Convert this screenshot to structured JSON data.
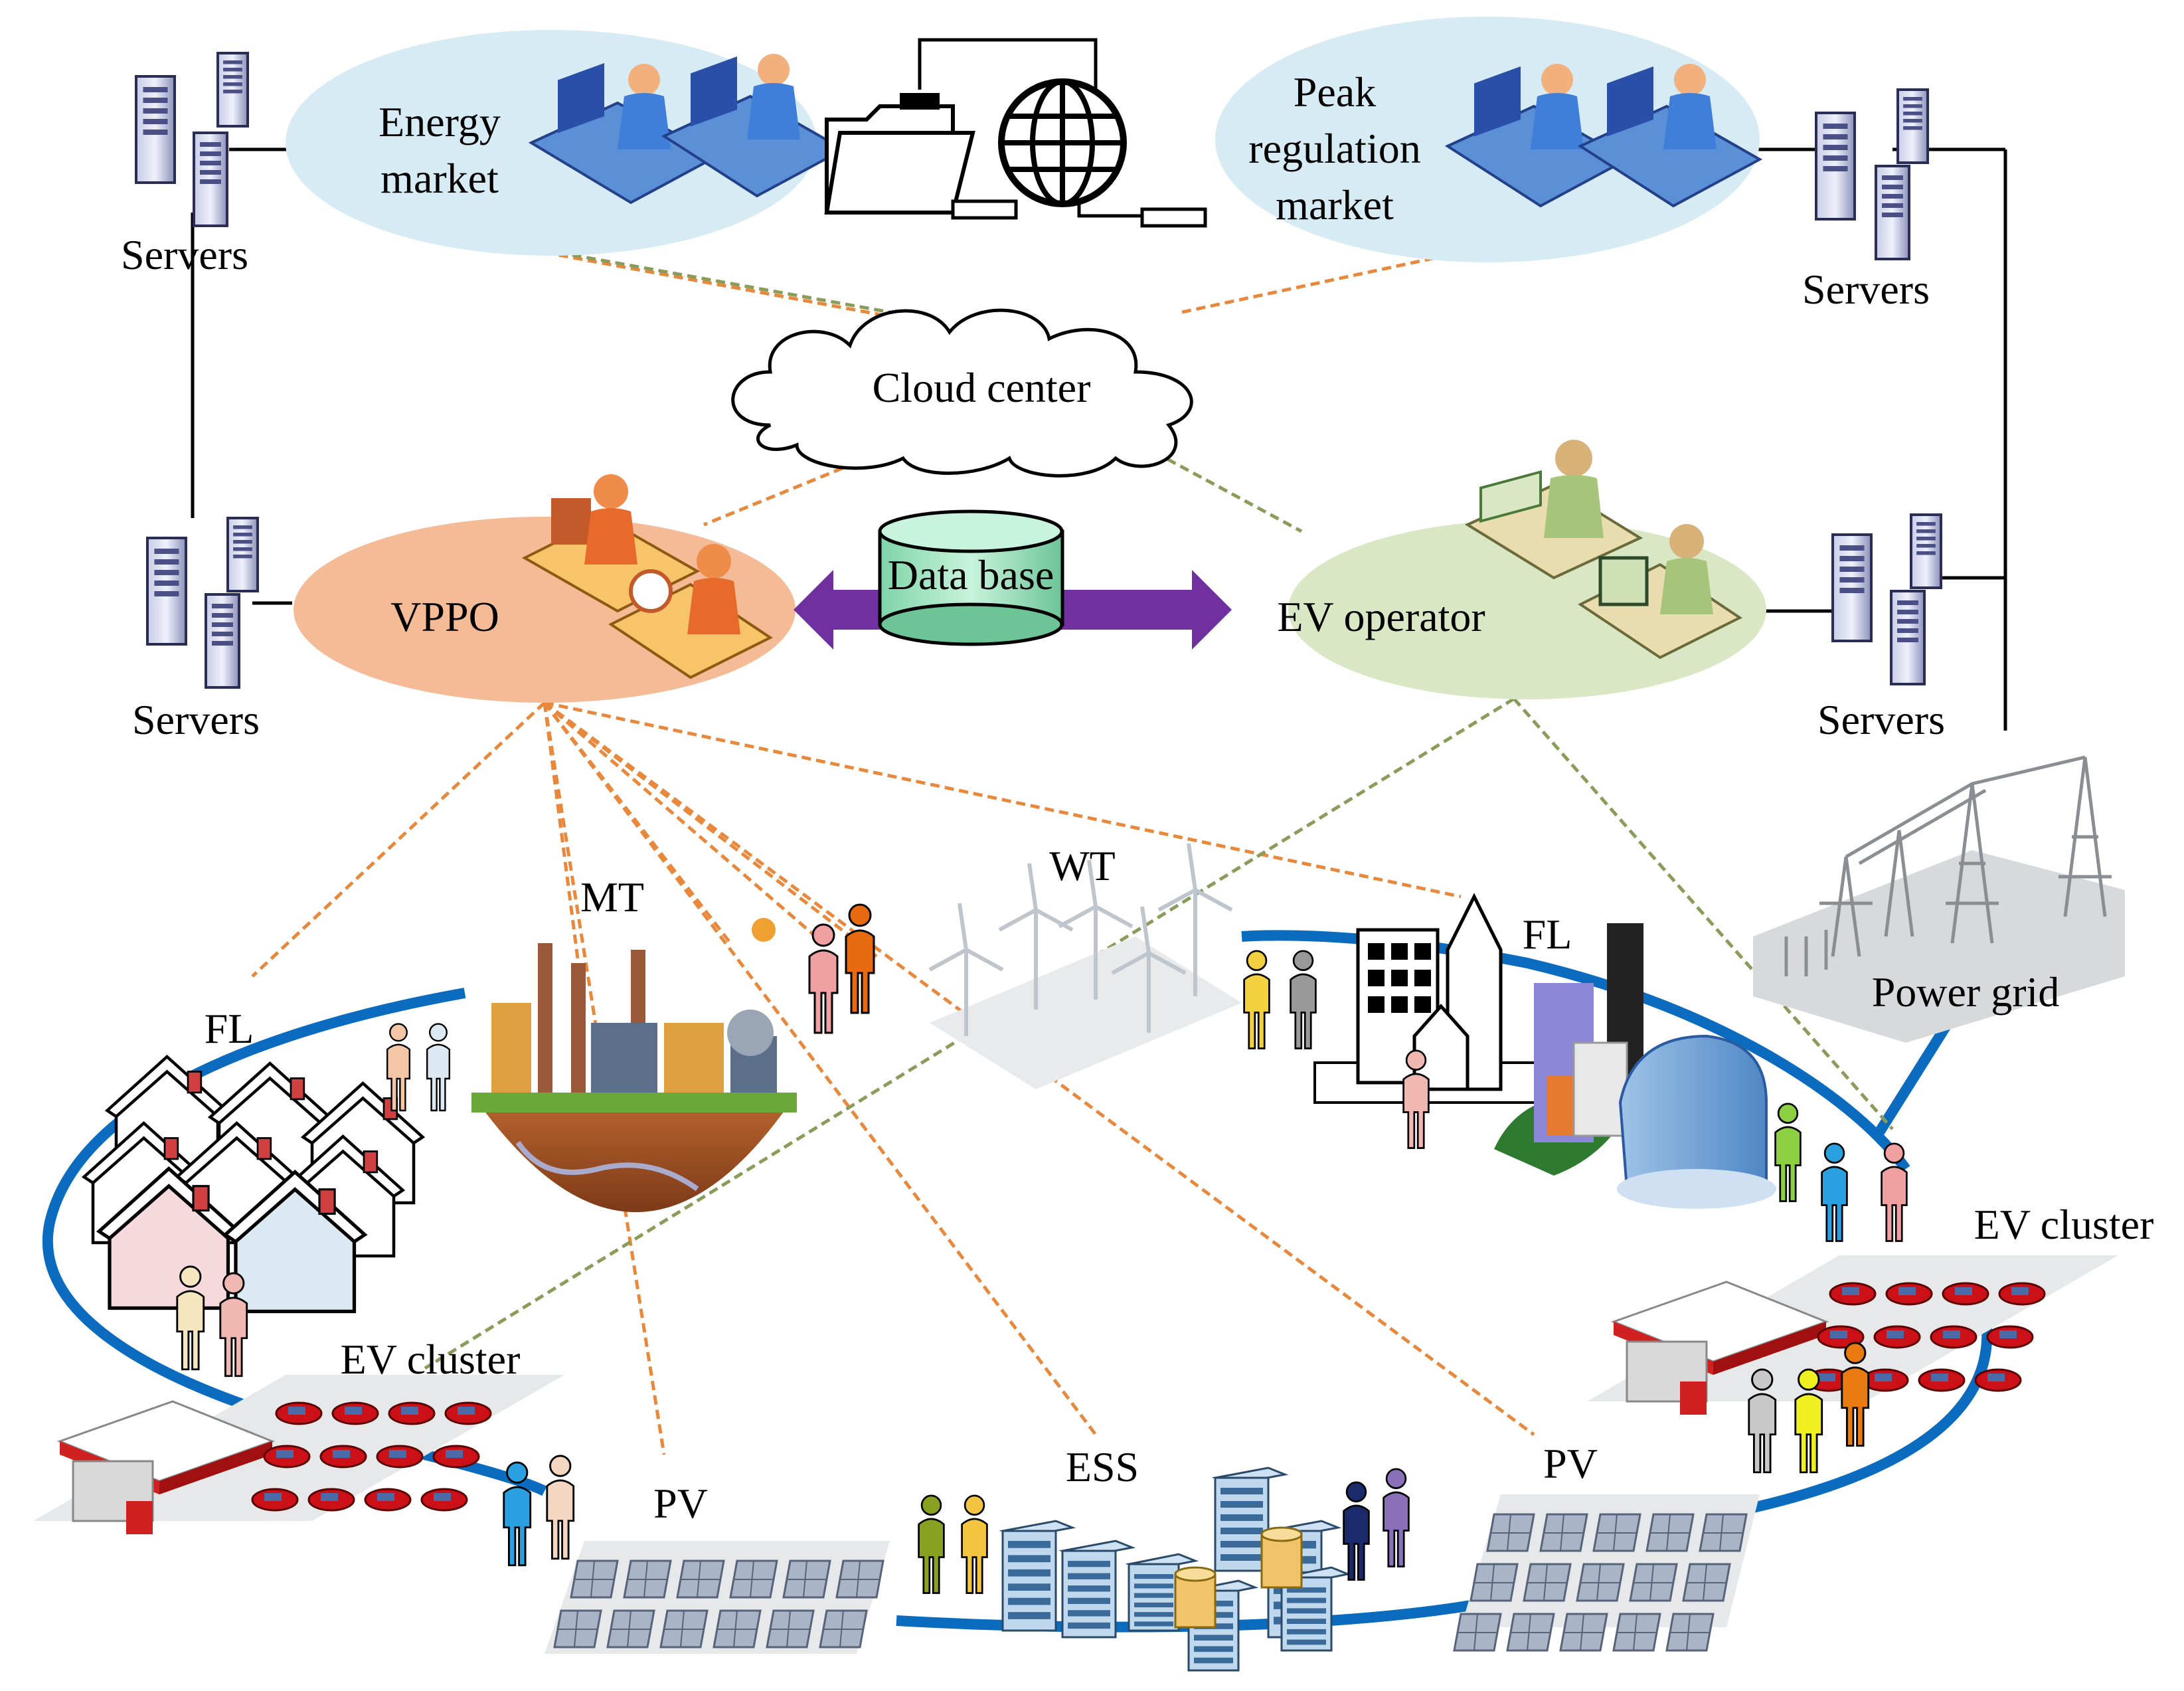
{
  "nodes": {
    "energy_market": "Energy\nmarket",
    "peak_regulation_market": "Peak\nregulation\nmarket",
    "cloud_center": "Cloud center",
    "database": "Data base",
    "vppo": "VPPO",
    "ev_operator": "EV operator",
    "servers_tl": "Servers",
    "servers_tr": "Servers",
    "servers_ml": "Servers",
    "servers_mr": "Servers",
    "mt": "MT",
    "wt": "WT",
    "fl_left": "FL",
    "fl_right": "FL",
    "power_grid": "Power grid",
    "ev_cluster_left": "EV cluster",
    "ev_cluster_right": "EV cluster",
    "pv_left": "PV",
    "pv_right": "PV",
    "ess": "ESS"
  },
  "colors": {
    "market_ellipse": "#d6ebf3",
    "vppo_ellipse": "#f5bb96",
    "ev_operator_ellipse": "#d9e7c4",
    "database_arrow": "#7030a0",
    "database_cylinder": "#a8e6c6",
    "ring": "#0a6bbf",
    "vppo_links": "#e8883c",
    "ev_links": "#8a9c5a"
  },
  "icons": [
    "server-icon",
    "operator-workstation-icon",
    "folder-icon",
    "globe-icon",
    "cloud-icon",
    "database-icon",
    "house-icon",
    "factory-icon",
    "wind-turbine-icon",
    "building-icon",
    "substation-icon",
    "charging-station-icon",
    "car-icon",
    "solar-panel-icon",
    "battery-rack-icon",
    "person-icon"
  ]
}
